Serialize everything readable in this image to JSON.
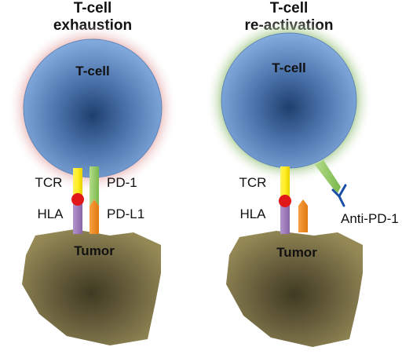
{
  "left_panel": {
    "title_line1": "T-cell",
    "title_line2": "exhaustion",
    "cell_label": "T-cell",
    "tumor_label": "Tumor",
    "tcr_label": "TCR",
    "pd1_label": "PD-1",
    "hla_label": "HLA",
    "pdl1_label": "PD-L1",
    "glow_color": "#d27d7d"
  },
  "right_panel": {
    "title_line1": "T-cell",
    "title_line2": "re-activation",
    "cell_label": "T-cell",
    "tumor_label": "Tumor",
    "tcr_label": "TCR",
    "hla_label": "HLA",
    "antibody_label": "Anti-PD-1",
    "glow_color": "#6ea04a"
  },
  "colors": {
    "cell_core": "#1e3f6e",
    "cell_edge": "#7aa4d8",
    "tumor_core": "#3f3a22",
    "tumor_edge": "#8c7f4e",
    "tcr": "#ffee22",
    "pd1": "#8fc860",
    "hla": "#9a78b8",
    "pdl1": "#f08a1c",
    "mhc_dot": "#e01818",
    "antibody": "#1a4ea8"
  }
}
